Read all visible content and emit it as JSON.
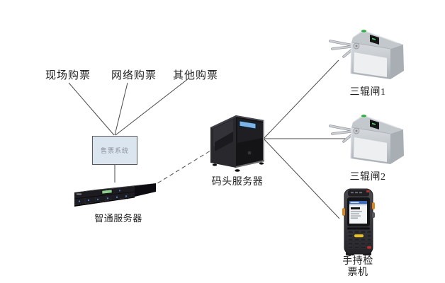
{
  "nodes": {
    "purchase_onsite": {
      "label": "现场购票"
    },
    "purchase_online": {
      "label": "网络购票"
    },
    "purchase_other": {
      "label": "其他购票"
    },
    "ticketing_system": {
      "label": "售票系统"
    },
    "zhitong_server": {
      "label": "智通服务器"
    },
    "dock_server": {
      "label": "码头服务器"
    },
    "turnstile_1": {
      "label": "三辊闸1"
    },
    "turnstile_2": {
      "label": "三辊闸2"
    },
    "handheld_checker": {
      "label": "手持检票机"
    }
  },
  "connections": [
    {
      "from": "purchase_onsite",
      "to": "ticketing_system",
      "style": "solid"
    },
    {
      "from": "purchase_online",
      "to": "ticketing_system",
      "style": "solid"
    },
    {
      "from": "purchase_other",
      "to": "ticketing_system",
      "style": "solid"
    },
    {
      "from": "ticketing_system",
      "to": "zhitong_server",
      "style": "solid"
    },
    {
      "from": "zhitong_server",
      "to": "dock_server",
      "style": "dashed"
    },
    {
      "from": "dock_server",
      "to": "turnstile_1",
      "style": "solid"
    },
    {
      "from": "dock_server",
      "to": "turnstile_2",
      "style": "solid"
    },
    {
      "from": "dock_server",
      "to": "handheld_checker",
      "style": "solid"
    }
  ],
  "colors": {
    "background": "#ffffff",
    "connector": "#4a4a4a",
    "label_text": "#1f1f1f",
    "box_fill": "#dbe5ef",
    "box_border": "#5a5a5a",
    "box_text": "#8b919c",
    "lcd_green": "#8fd08f",
    "led_blue": "#4a7fd4",
    "tower_screen_blue": "#7db4e8",
    "indicator_green": "#2fae44",
    "reader_green": "#49c26b",
    "hh_titlebar": "#3a68b4",
    "hh_orange": "#e0861f",
    "hh_yellow": "#e8c020",
    "hh_red": "#b2302a"
  }
}
